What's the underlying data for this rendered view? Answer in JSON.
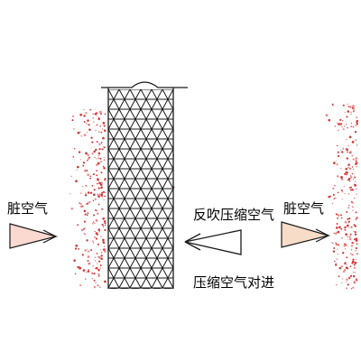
{
  "labels": {
    "dirty_air_left": "脏空气",
    "dirty_air_right": "脏空气",
    "reverse_pulse": "反吹压缩空气",
    "compressed_air_toward": "压缩空气对进"
  },
  "colors": {
    "dust": "#d23a3a",
    "dust_light": "#e98a8a",
    "line": "#1a1a1a",
    "arrow_fill_left": "#fbd9d0",
    "arrow_fill_right": "#f7dcc8"
  },
  "icons": {
    "dirty_air_arrow": "arrow-right-icon",
    "reverse_pulse_arrow": "arrow-left-icon"
  }
}
